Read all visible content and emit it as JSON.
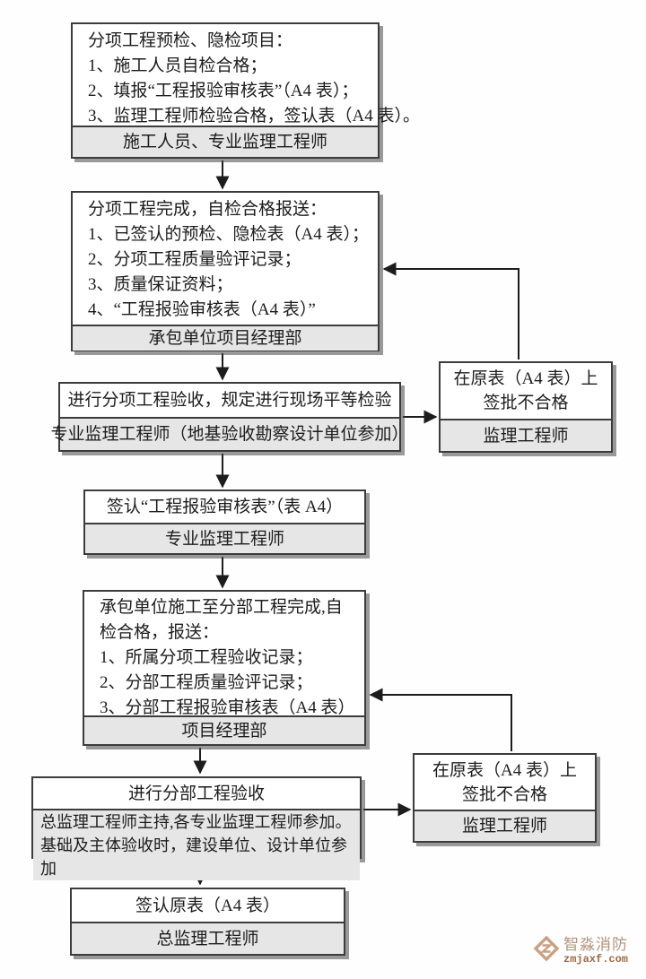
{
  "colors": {
    "page_bg": "#fefefe",
    "box_border": "#3c3c3c",
    "box_body_bg": "#ffffff",
    "box_footer_bg": "#e6e6e6",
    "box_shadow": "#707070",
    "arrow": "#1c1c1c",
    "watermark_logo": "#c9a183",
    "watermark_brand": "#b2937c",
    "watermark_url": "#9c6b4a"
  },
  "boxes": {
    "box1": {
      "body_lines": [
        "分项工程预检、隐检项目：",
        "1、施工人员自检合格；",
        "2、填报“工程报验审核表”（A4 表）；",
        "3、监理工程师检验合格，签认表（A4 表）。"
      ],
      "footer": "施工人员、专业监理工程师"
    },
    "box2": {
      "body_lines": [
        "分项工程完成，自检合格报送：",
        "1、已签认的预检、隐检表（A4 表）；",
        "2、分项工程质量验评记录；",
        "3、质量保证资料；",
        "4、“工程报验审核表（A4 表）”"
      ],
      "footer": "承包单位项目经理部"
    },
    "box3": {
      "body_lines": [
        "进行分项工程验收，规定进行现场平等检验"
      ],
      "footer": "专业监理工程师（地基验收勘察设计单位参加）"
    },
    "rbox1": {
      "body_lines": [
        "在原表（A4 表）上",
        "签批不合格"
      ],
      "footer": "监理工程师"
    },
    "box4": {
      "body_lines": [
        "签认“工程报验审核表”（表 A4）"
      ],
      "footer": "专业监理工程师"
    },
    "box5": {
      "body_lines": [
        "承包单位施工至分部工程完成,自检合格，报送：",
        "1、所属分项工程验收记录；",
        "2、分部工程质量验评记录；",
        "3、分部工程报验审核表（A4 表）"
      ],
      "footer": "项目经理部"
    },
    "box6": {
      "body_lines": [
        "进行分部工程验收"
      ],
      "footer": "总监理工程师主持,各专业监理工程师参加。基础及主体验收时，建设单位、设计单位参加"
    },
    "rbox2": {
      "body_lines": [
        "在原表（A4 表）上",
        "签批不合格"
      ],
      "footer": "监理工程师"
    },
    "box7": {
      "body_lines": [
        "签认原表（A4 表）"
      ],
      "footer": "总监理工程师"
    }
  },
  "watermark": {
    "brand": "智淼消防",
    "url": "zmjaxf.com"
  }
}
